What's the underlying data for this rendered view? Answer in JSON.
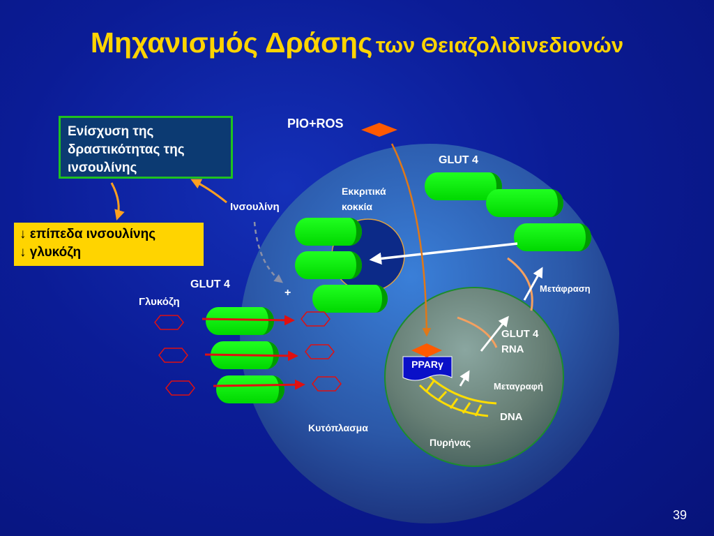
{
  "title": {
    "main": "Μηχανισμός Δράσης",
    "sub": "των Θειαζολιδινεδιονών"
  },
  "boxes": {
    "insulin_effect": "Ενίσχυση της δραστικότητας της ινσουλίνης",
    "levels_line1": "↓ επίπεδα ινσουλίνης",
    "levels_line2": "↓ γλυκόζη"
  },
  "labels": {
    "drug": "PIO+ROS",
    "insulin": "Ινσουλίνη",
    "plus": "+",
    "glut4_top": "GLUT 4",
    "glut4_left": "GLUT 4",
    "glucose": "Γλυκόζη",
    "secretory_granules_1": "Εκκριτικά",
    "secretory_granules_2": "κοκκία",
    "translation": "Μετάφραση",
    "glut4_rna_1": "GLUT 4",
    "glut4_rna_2": "RNA",
    "ppar": "PPARγ",
    "transcription": "Μεταγραφή",
    "dna": "DNA",
    "cytoplasm": "Κυτόπλασμα",
    "nucleus": "Πυρήνας"
  },
  "page_number": "39",
  "colors": {
    "background": "#0a1a8c",
    "title": "#ffd400",
    "glut4": "#00ee00",
    "drug": "#ff5a00",
    "arrow_orange": "#e07818",
    "glucose_red": "#e01010",
    "rna": "#f4a060",
    "dna": "#ffdd00"
  },
  "icons": [
    "drug-diamond-icon",
    "ppar-receptor-icon",
    "glucose-hexagon-icon"
  ]
}
